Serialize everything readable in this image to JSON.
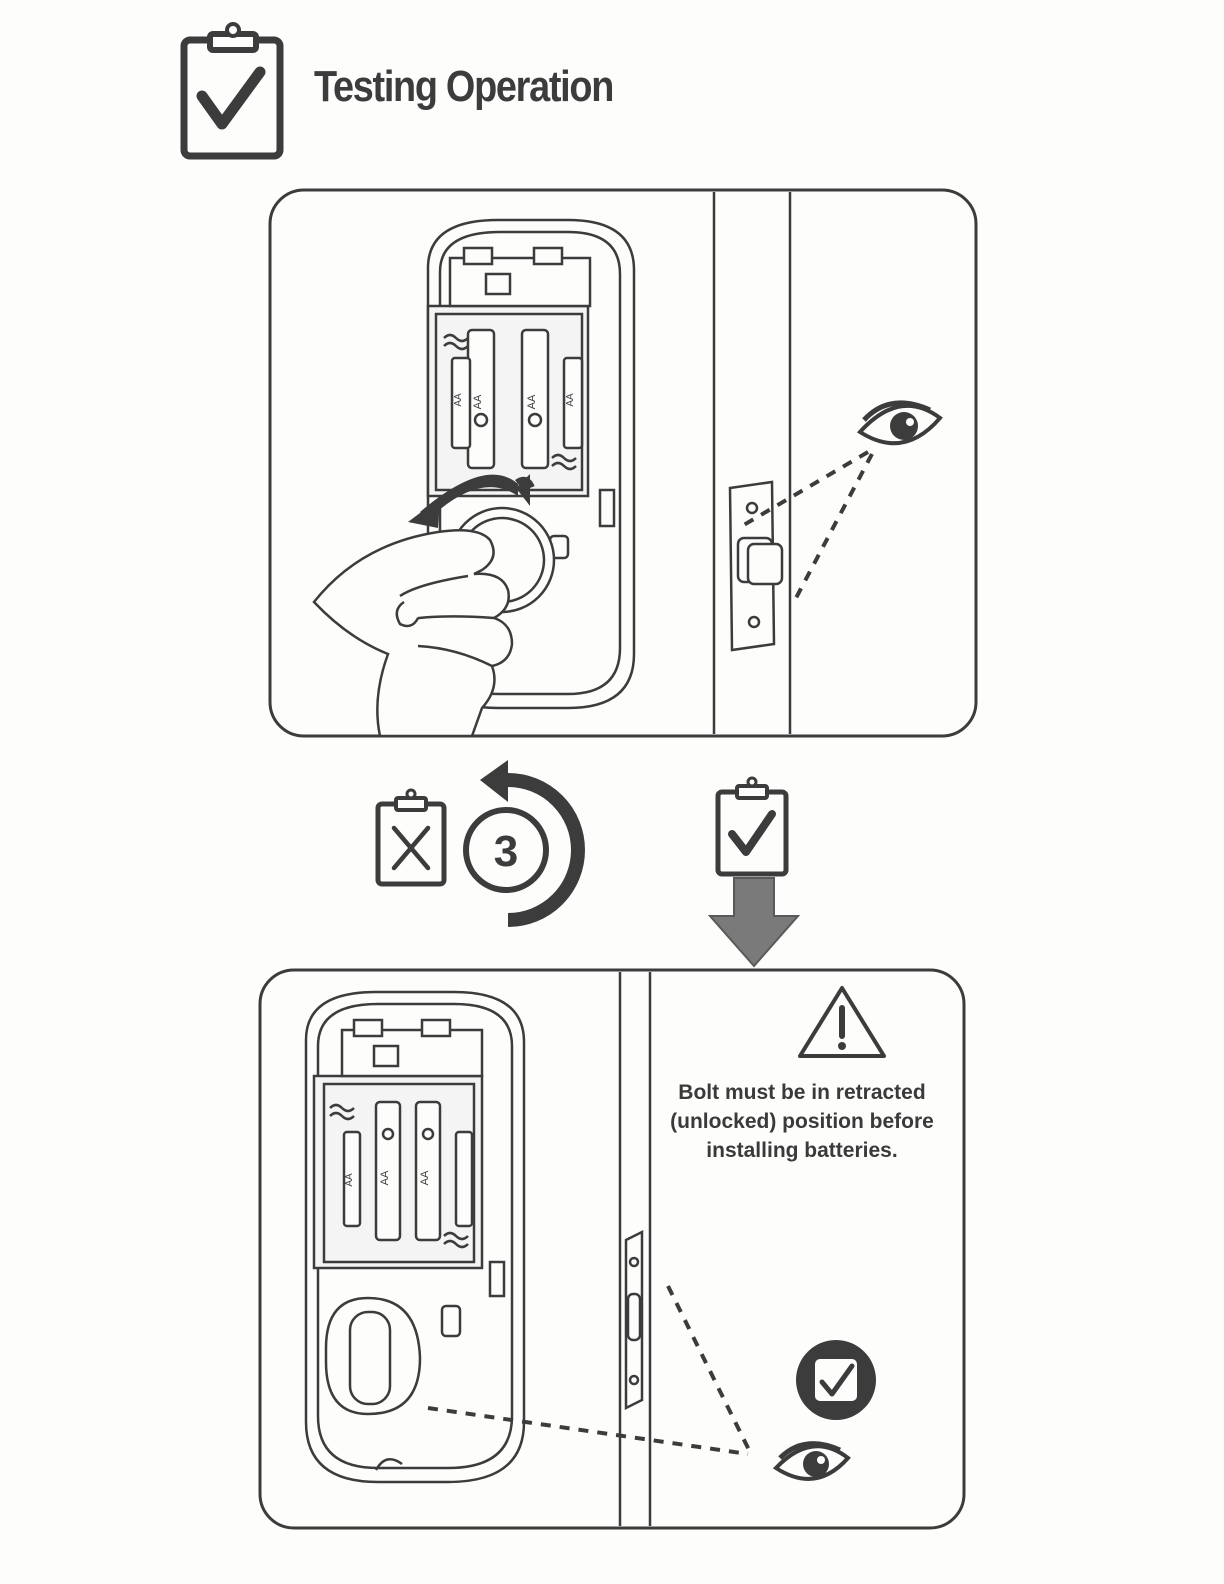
{
  "header": {
    "title": "Testing Operation",
    "icon": "clipboard-check-icon"
  },
  "step": {
    "retry_count": "3",
    "fail_icon": "clipboard-x-icon",
    "pass_icon": "clipboard-check-icon",
    "retry_icon": "rotate-counterclockwise-icon"
  },
  "panel_top": {
    "battery_label_1": "AA",
    "battery_label_2": "AA",
    "battery_label_3": "AA",
    "battery_label_4": "AA"
  },
  "panel_bottom": {
    "warning": "Bolt must be in retracted (unlocked) position before installing batteries.",
    "battery_label_1": "AA",
    "battery_label_2": "AA",
    "battery_label_3": "AA"
  },
  "colors": {
    "line": "#3c3c3c",
    "arrow_fill": "#7a7a7a",
    "paper": "#fdfdfc"
  }
}
